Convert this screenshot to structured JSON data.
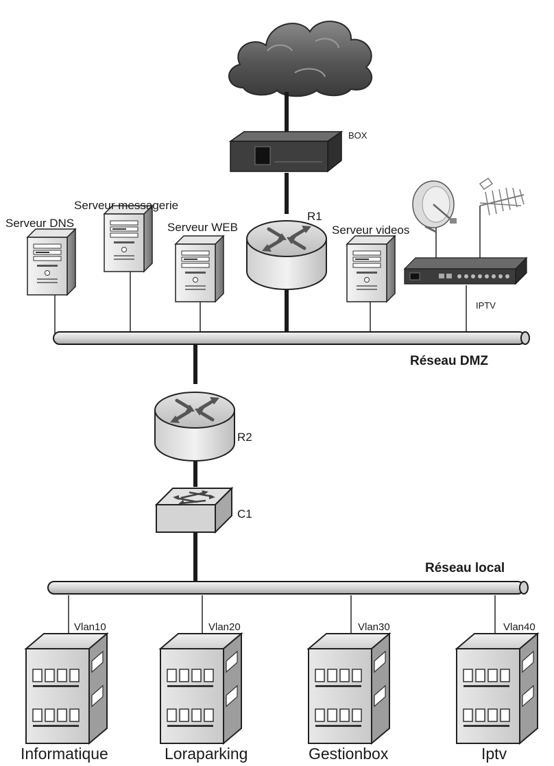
{
  "devices": {
    "box": "BOX",
    "r1": "R1",
    "r2": "R2",
    "c1": "C1",
    "iptv": "IPTV"
  },
  "servers": {
    "dns": "Serveur DNS",
    "mail": "Serveur messagerie",
    "web": "Serveur WEB",
    "video": "Serveur videos"
  },
  "networks": {
    "dmz": "Réseau DMZ",
    "local": "Réseau local"
  },
  "vlans": [
    {
      "vlan": "Vlan10",
      "name": "Informatique"
    },
    {
      "vlan": "Vlan20",
      "name": "Loraparking"
    },
    {
      "vlan": "Vlan30",
      "name": "Gestionbox"
    },
    {
      "vlan": "Vlan40",
      "name": "Iptv"
    }
  ]
}
